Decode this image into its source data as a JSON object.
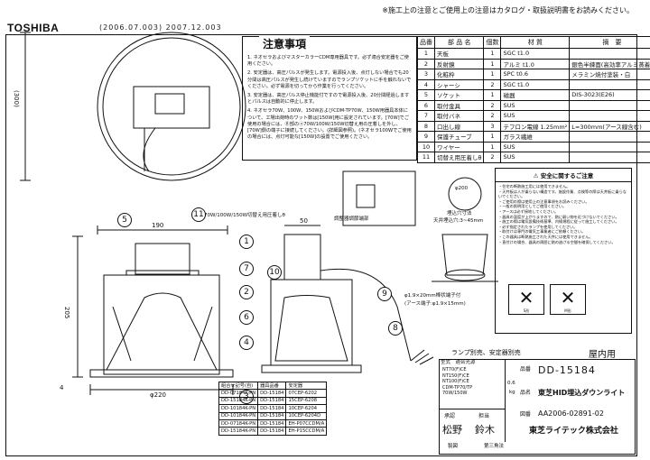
{
  "header": {
    "note": "※施工上の注意とご使用上の注意はカタログ・取扱説明書をお読みください。",
    "logo": "TOSHIBA",
    "dates": "(2006.07.003)  2007.12.003"
  },
  "notes": {
    "title": "注意事項",
    "items": [
      "1. ネオセラおよびマスターカラーCDM専用器具です。必ず適合安定器をご使用ください。",
      "2. 安定器は、高圧パルスが発生します。電源投入後、点灯しない場合でも20分間は高圧パルスが発生し続けていますのでランプソケットに手を触れないでください。必ず電源を切ってから作業を行ってください。",
      "3. 安定器は、高圧パルス停止機能付ですので電源投入後、20分間経過しますとパルスは自動的に停止します。",
      "4. ネオセラ70W、100W、150WおよびCDM-TP70W、150W用器具本体について、工場出荷時のワット数は[150W]用に設定されています。[70W]でご使用の場合には、Ⓑ部のⓐ70W/100W/150W切替え用の圧着しを外し、[70W]側の端子に接続してください。(詳細図参照)。(ネオセラ100Wでご使用の場合には、点灯可能な[150W]の設置でご使用ください。"
    ]
  },
  "parts": {
    "headers": [
      "品番",
      "部 品 名",
      "個数",
      "材 質",
      "摘　要"
    ],
    "rows": [
      [
        "1",
        "天板",
        "1",
        "SGC t1.0",
        ""
      ],
      [
        "2",
        "反射鏡",
        "1",
        "アルミ t1.0",
        "銀色半練面(高効率アルミ蒸着)"
      ],
      [
        "3",
        "化粧枠",
        "1",
        "SPC t0.6",
        "メラミン焼付塗装・白"
      ],
      [
        "4",
        "シャーシ",
        "2",
        "SGC t1.0",
        ""
      ],
      [
        "5",
        "ソケット",
        "1",
        "磁器",
        "DIS-3023(E26)"
      ],
      [
        "6",
        "取付金具",
        "2",
        "SUS",
        ""
      ],
      [
        "7",
        "取付バネ",
        "2",
        "SUS",
        ""
      ],
      [
        "8",
        "口出し線",
        "3",
        "テフロン電線 1.25mm²",
        "L=300mm(アース線含む)"
      ],
      [
        "9",
        "保護チューブ",
        "1",
        "ガラス繊維",
        ""
      ],
      [
        "10",
        "ワイヤー",
        "1",
        "SUS",
        ""
      ],
      [
        "11",
        "切替え用圧着しθ",
        "2",
        "SUS",
        ""
      ]
    ]
  },
  "caution": {
    "title": "⚠ 安全に関するご注意",
    "items": [
      "・住宅の断熱施工用には使用できません。",
      "・天井板は人が乗らない構造です。施設作業、点検等の際は天井板に乗らないでください。",
      "・ご使用の際は使用上の注意事項をお読みください。",
      "・一般の照明用としてご使用ください。",
      "・アースは必ず接地してください。",
      "・器具の温度が上がりますので、熱に弱い物を近づけないでください。",
      "・施工の際は電気設備技術基準、内線規程に従って施工してください。",
      "・必ず指定されたランプを使用してください。",
      "・取付けは専門の電気工事業者にご依頼ください。",
      "・この器具は断熱施工された天井には使用できません。",
      "・直付けの場合、器具の周囲に熱の逃げる空間を確保してください。"
    ],
    "ban_left": "S形",
    "ban_right": "M形"
  },
  "labels": {
    "adjust": "調整器調節端部",
    "wiring": "埋込穴寸法",
    "cutout": "天井埋込穴:3~45mm",
    "cut_dia": "φ200",
    "cord": "φ1.9×20mm棒状端子付",
    "earth": "(アース端子:φ1.9×15mm)",
    "switch": "70W/100W/150W切替え用圧着しθ",
    "lamp": "ランプ別売、安定器別売",
    "use": "屋内用"
  },
  "dims": {
    "d190": "190",
    "d50": "50",
    "d205": "205",
    "d220": "φ220",
    "d300": "(300)",
    "d4": "4"
  },
  "compat": {
    "headers": [
      "組合せ記号(自)",
      "器具品番",
      "安定器"
    ],
    "rows": [
      [
        "DD-07184K-PN",
        "DD-15184",
        "07CEP-6202"
      ],
      [
        "DD-15184K-PN",
        "DD-15184",
        "15CEP-6208"
      ],
      [
        "DD-10184K-PN",
        "DD-15184",
        "10CEP-6204"
      ],
      [
        "DD-10184K-PN",
        "DD-15184",
        "10CEP-6204D"
      ],
      [
        "DD-07184K-PN",
        "DD-15184",
        "EH-P07CCDM/A"
      ],
      [
        "DD-15184K-PN",
        "DD-15184",
        "EH-P15CCDM/A"
      ]
    ]
  },
  "titleblock": {
    "lamp_head": "型式　適合光源",
    "lamps": [
      "NT70(F)CE",
      "NT150(F)CE",
      "NT100(F)CE",
      "CDM-TP70/TP",
      "70W/150W"
    ],
    "unit_label": "ランプ",
    "amount": "0.6",
    "unit": "kg",
    "approved": "承認",
    "checked": "担当",
    "approver": "松野",
    "checker": "鈴木",
    "model_label": "品番",
    "model": "DD-15184",
    "name_label": "品名",
    "name": "東芝HID埋込ダウンライト",
    "drawing_label": "図番",
    "drawing": "AA2006-02891-02",
    "company": "東芝ライテック株式会社",
    "foot_a": "製図",
    "foot_b": "第三角法"
  },
  "callouts": [
    "1",
    "2",
    "3",
    "4",
    "5",
    "6",
    "7",
    "8",
    "9",
    "10",
    "11"
  ]
}
